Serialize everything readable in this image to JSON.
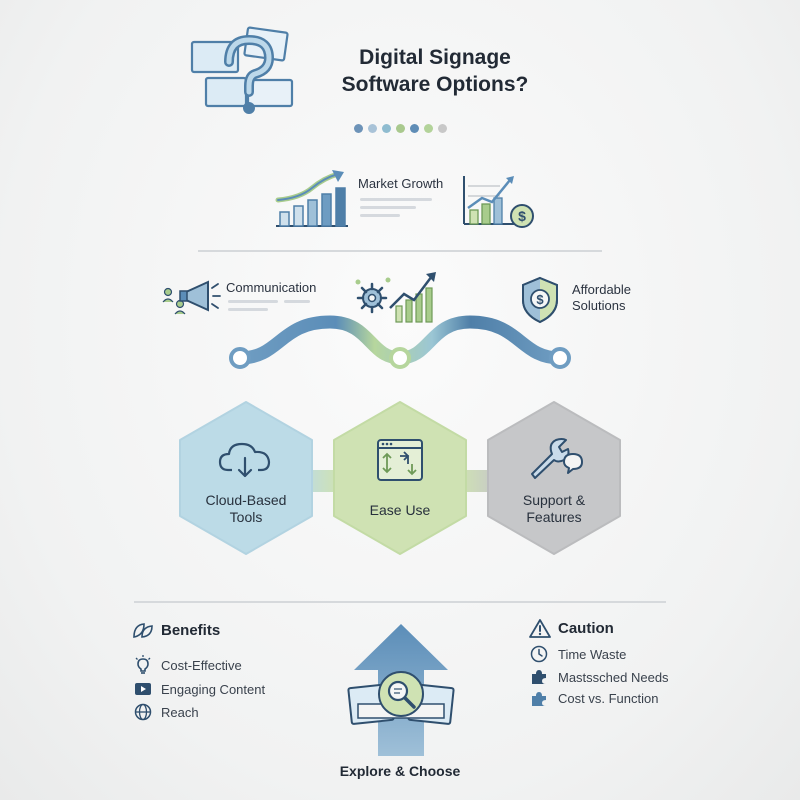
{
  "header": {
    "title_line1": "Digital Signage",
    "title_line2": "Software Options?",
    "dot_colors": [
      "#6d93b8",
      "#a9c3d8",
      "#8fbcd0",
      "#a9c98e",
      "#5f8db6",
      "#b3d39a",
      "#c8c8c8"
    ]
  },
  "market": {
    "label": "Market Growth"
  },
  "features": {
    "communication": "Communication",
    "affordable_line1": "Affordable",
    "affordable_line2": "Solutions"
  },
  "hexagons": [
    {
      "line1": "Cloud-Based",
      "line2": "Tools",
      "color": "#bcdbe7",
      "icon": "cloud-download-icon"
    },
    {
      "line1": "Ease Use",
      "line2": "",
      "color": "#cfe2b3",
      "icon": "app-window-arrows-icon"
    },
    {
      "line1": "Support &",
      "line2": "Features",
      "color": "#c6c7c9",
      "icon": "wrench-chat-icon"
    }
  ],
  "benefits": {
    "title": "Benefits",
    "items": [
      "Cost-Effective",
      "Engaging Content",
      "Reach"
    ]
  },
  "caution": {
    "title": "Caution",
    "items": [
      "Time Waste",
      "Mastssched Needs",
      "Cost vs. Function"
    ]
  },
  "footer": {
    "label": "Explore & Choose"
  },
  "colors": {
    "blue": "#5b8db8",
    "green": "#a8cc8c",
    "dark": "#2f4f6e",
    "grey": "#c6c7c9"
  }
}
